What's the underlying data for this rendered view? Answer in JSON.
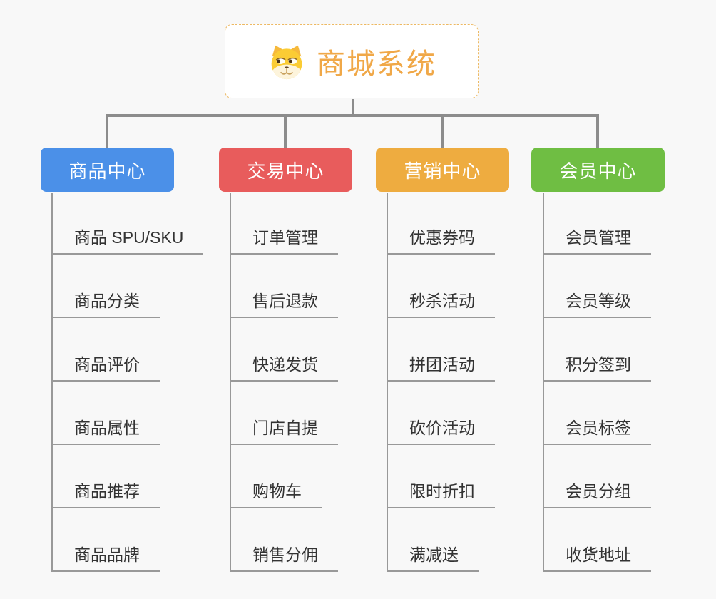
{
  "root": {
    "title": "商城系统",
    "icon": "dog-face-icon",
    "title_color": "#F0A848",
    "border_color": "#EDB963"
  },
  "palette": {
    "background": "#F8F8F8",
    "connector_gray": "#8C8C8C",
    "underline_gray": "#999999",
    "leaf_text": "#333333"
  },
  "branches": [
    {
      "label": "商品中心",
      "color": "#4B90E8",
      "items": [
        "商品 SPU/SKU",
        "商品分类",
        "商品评价",
        "商品属性",
        "商品推荐",
        "商品品牌"
      ]
    },
    {
      "label": "交易中心",
      "color": "#E85C5C",
      "items": [
        "订单管理",
        "售后退款",
        "快递发货",
        "门店自提",
        "购物车",
        "销售分佣"
      ]
    },
    {
      "label": "营销中心",
      "color": "#EEAC40",
      "items": [
        "优惠券码",
        "秒杀活动",
        "拼团活动",
        "砍价活动",
        "限时折扣",
        "满减送"
      ]
    },
    {
      "label": "会员中心",
      "color": "#6FBE43",
      "items": [
        "会员管理",
        "会员等级",
        "积分签到",
        "会员标签",
        "会员分组",
        "收货地址"
      ]
    }
  ]
}
